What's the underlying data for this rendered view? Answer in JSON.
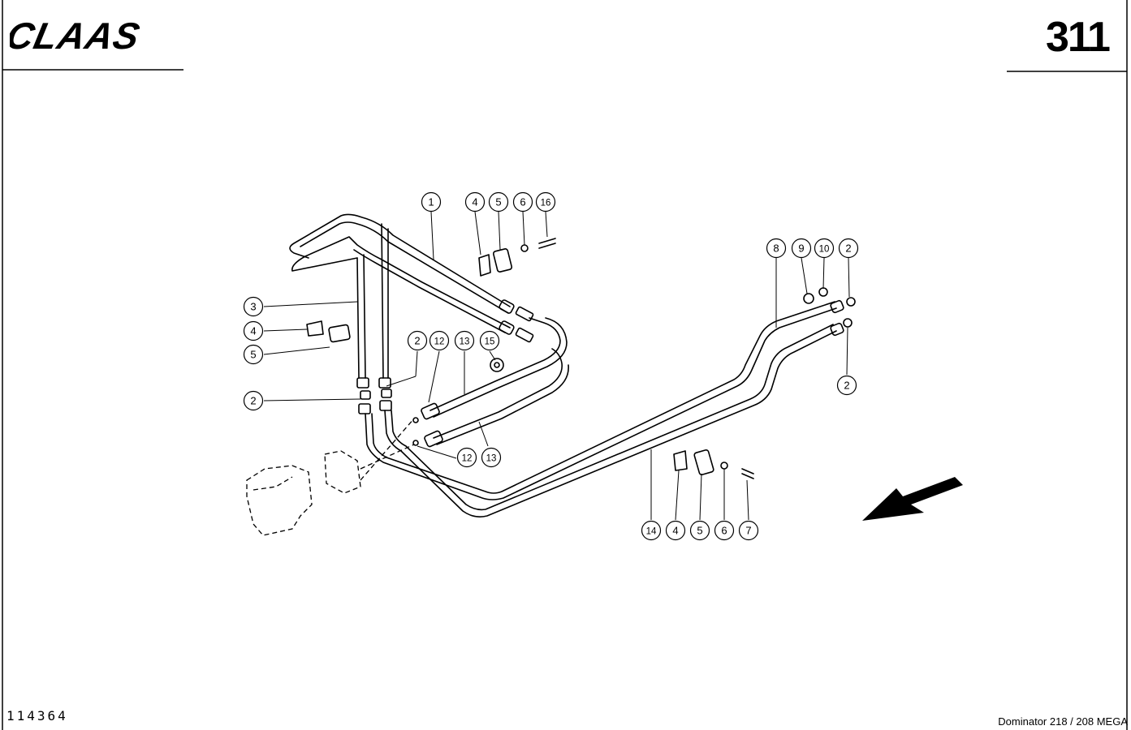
{
  "header": {
    "brand": "CLAAS",
    "page_number": "311"
  },
  "footer": {
    "document_id": "114364",
    "model": "Dominator 218 / 208 MEGA"
  },
  "callouts": [
    {
      "label": "1"
    },
    {
      "label": "4"
    },
    {
      "label": "5"
    },
    {
      "label": "6"
    },
    {
      "label": "16"
    },
    {
      "label": "3"
    },
    {
      "label": "4"
    },
    {
      "label": "5"
    },
    {
      "label": "2"
    },
    {
      "label": "2"
    },
    {
      "label": "12"
    },
    {
      "label": "13"
    },
    {
      "label": "15"
    },
    {
      "label": "12"
    },
    {
      "label": "13"
    },
    {
      "label": "8"
    },
    {
      "label": "9"
    },
    {
      "label": "10"
    },
    {
      "label": "2"
    },
    {
      "label": "2"
    },
    {
      "label": "14"
    },
    {
      "label": "4"
    },
    {
      "label": "5"
    },
    {
      "label": "6"
    },
    {
      "label": "7"
    }
  ]
}
